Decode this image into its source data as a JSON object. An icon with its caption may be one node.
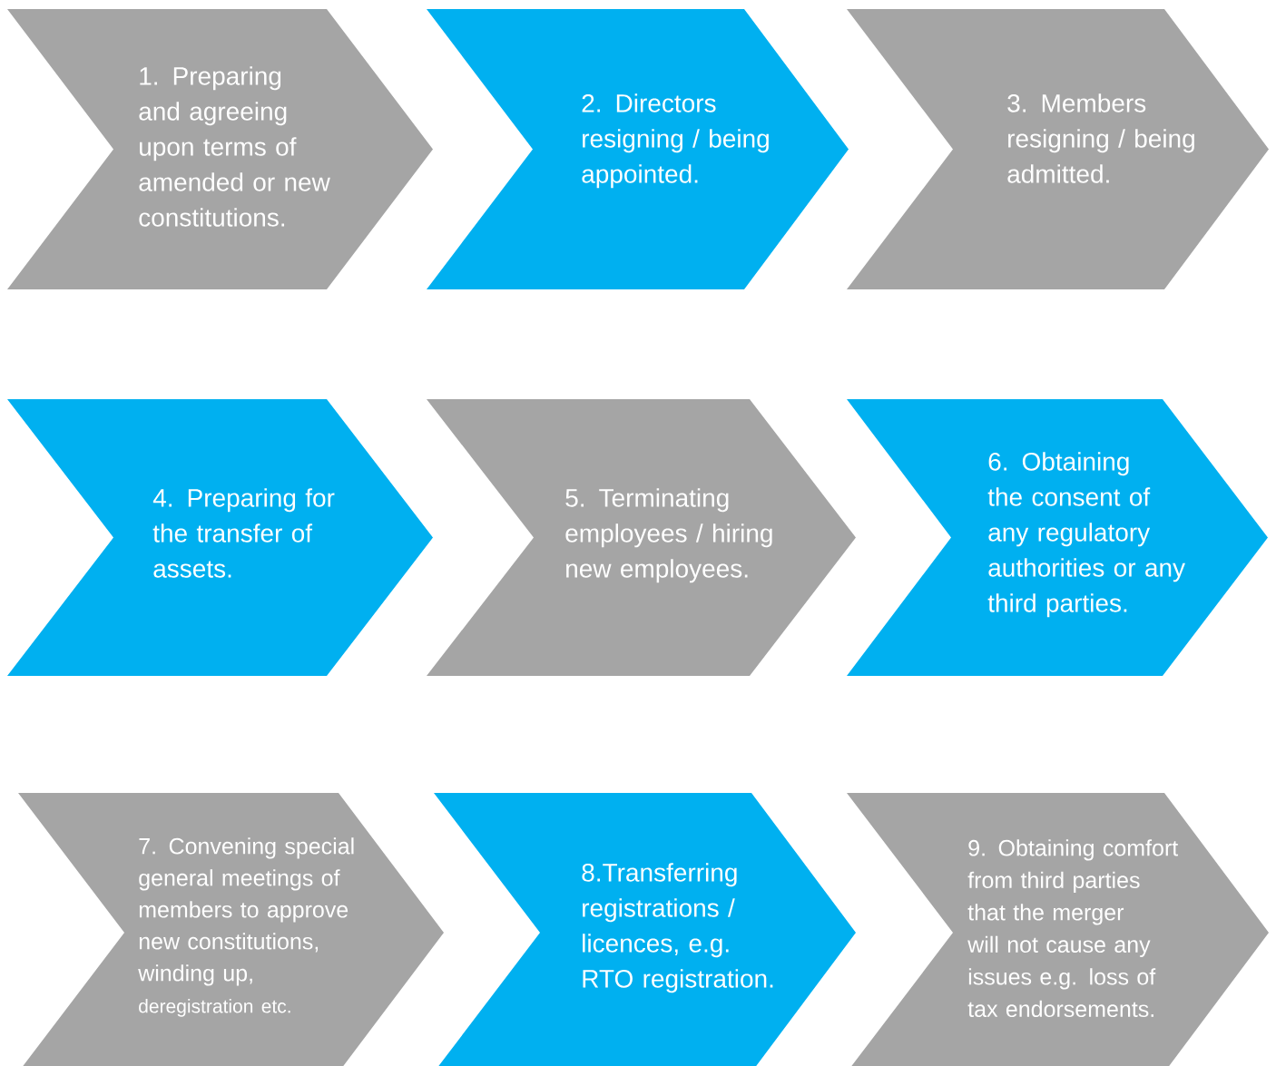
{
  "diagram": {
    "nodes": [
      {
        "text": [
          "1. Preparing and agreeing upon terms of amended or new constitutions."
        ]
      },
      {
        "text": [
          "2. Directors resigning / being appointed."
        ]
      },
      {
        "text": [
          "3. Members resigning / being admitted."
        ]
      },
      {
        "text": [
          "4. Preparing for the transfer of assets."
        ]
      },
      {
        "text": [
          "5. Terminating employees / hiring new employees."
        ]
      },
      {
        "text": [
          "6. Obtaining the consent of any regulatory authorities or any third parties."
        ]
      },
      {
        "text": [
          "7. Convening special general meetings of members to approve new constitutions, winding up,",
          "deregistration etc."
        ]
      },
      {
        "text": [
          "8.Transferring registrations / licences, e.g. RTO registration."
        ]
      },
      {
        "text": [
          "9. Obtaining comfort from third parties that the merger will not cause any issues e.g. loss of tax endorsements."
        ]
      }
    ]
  }
}
